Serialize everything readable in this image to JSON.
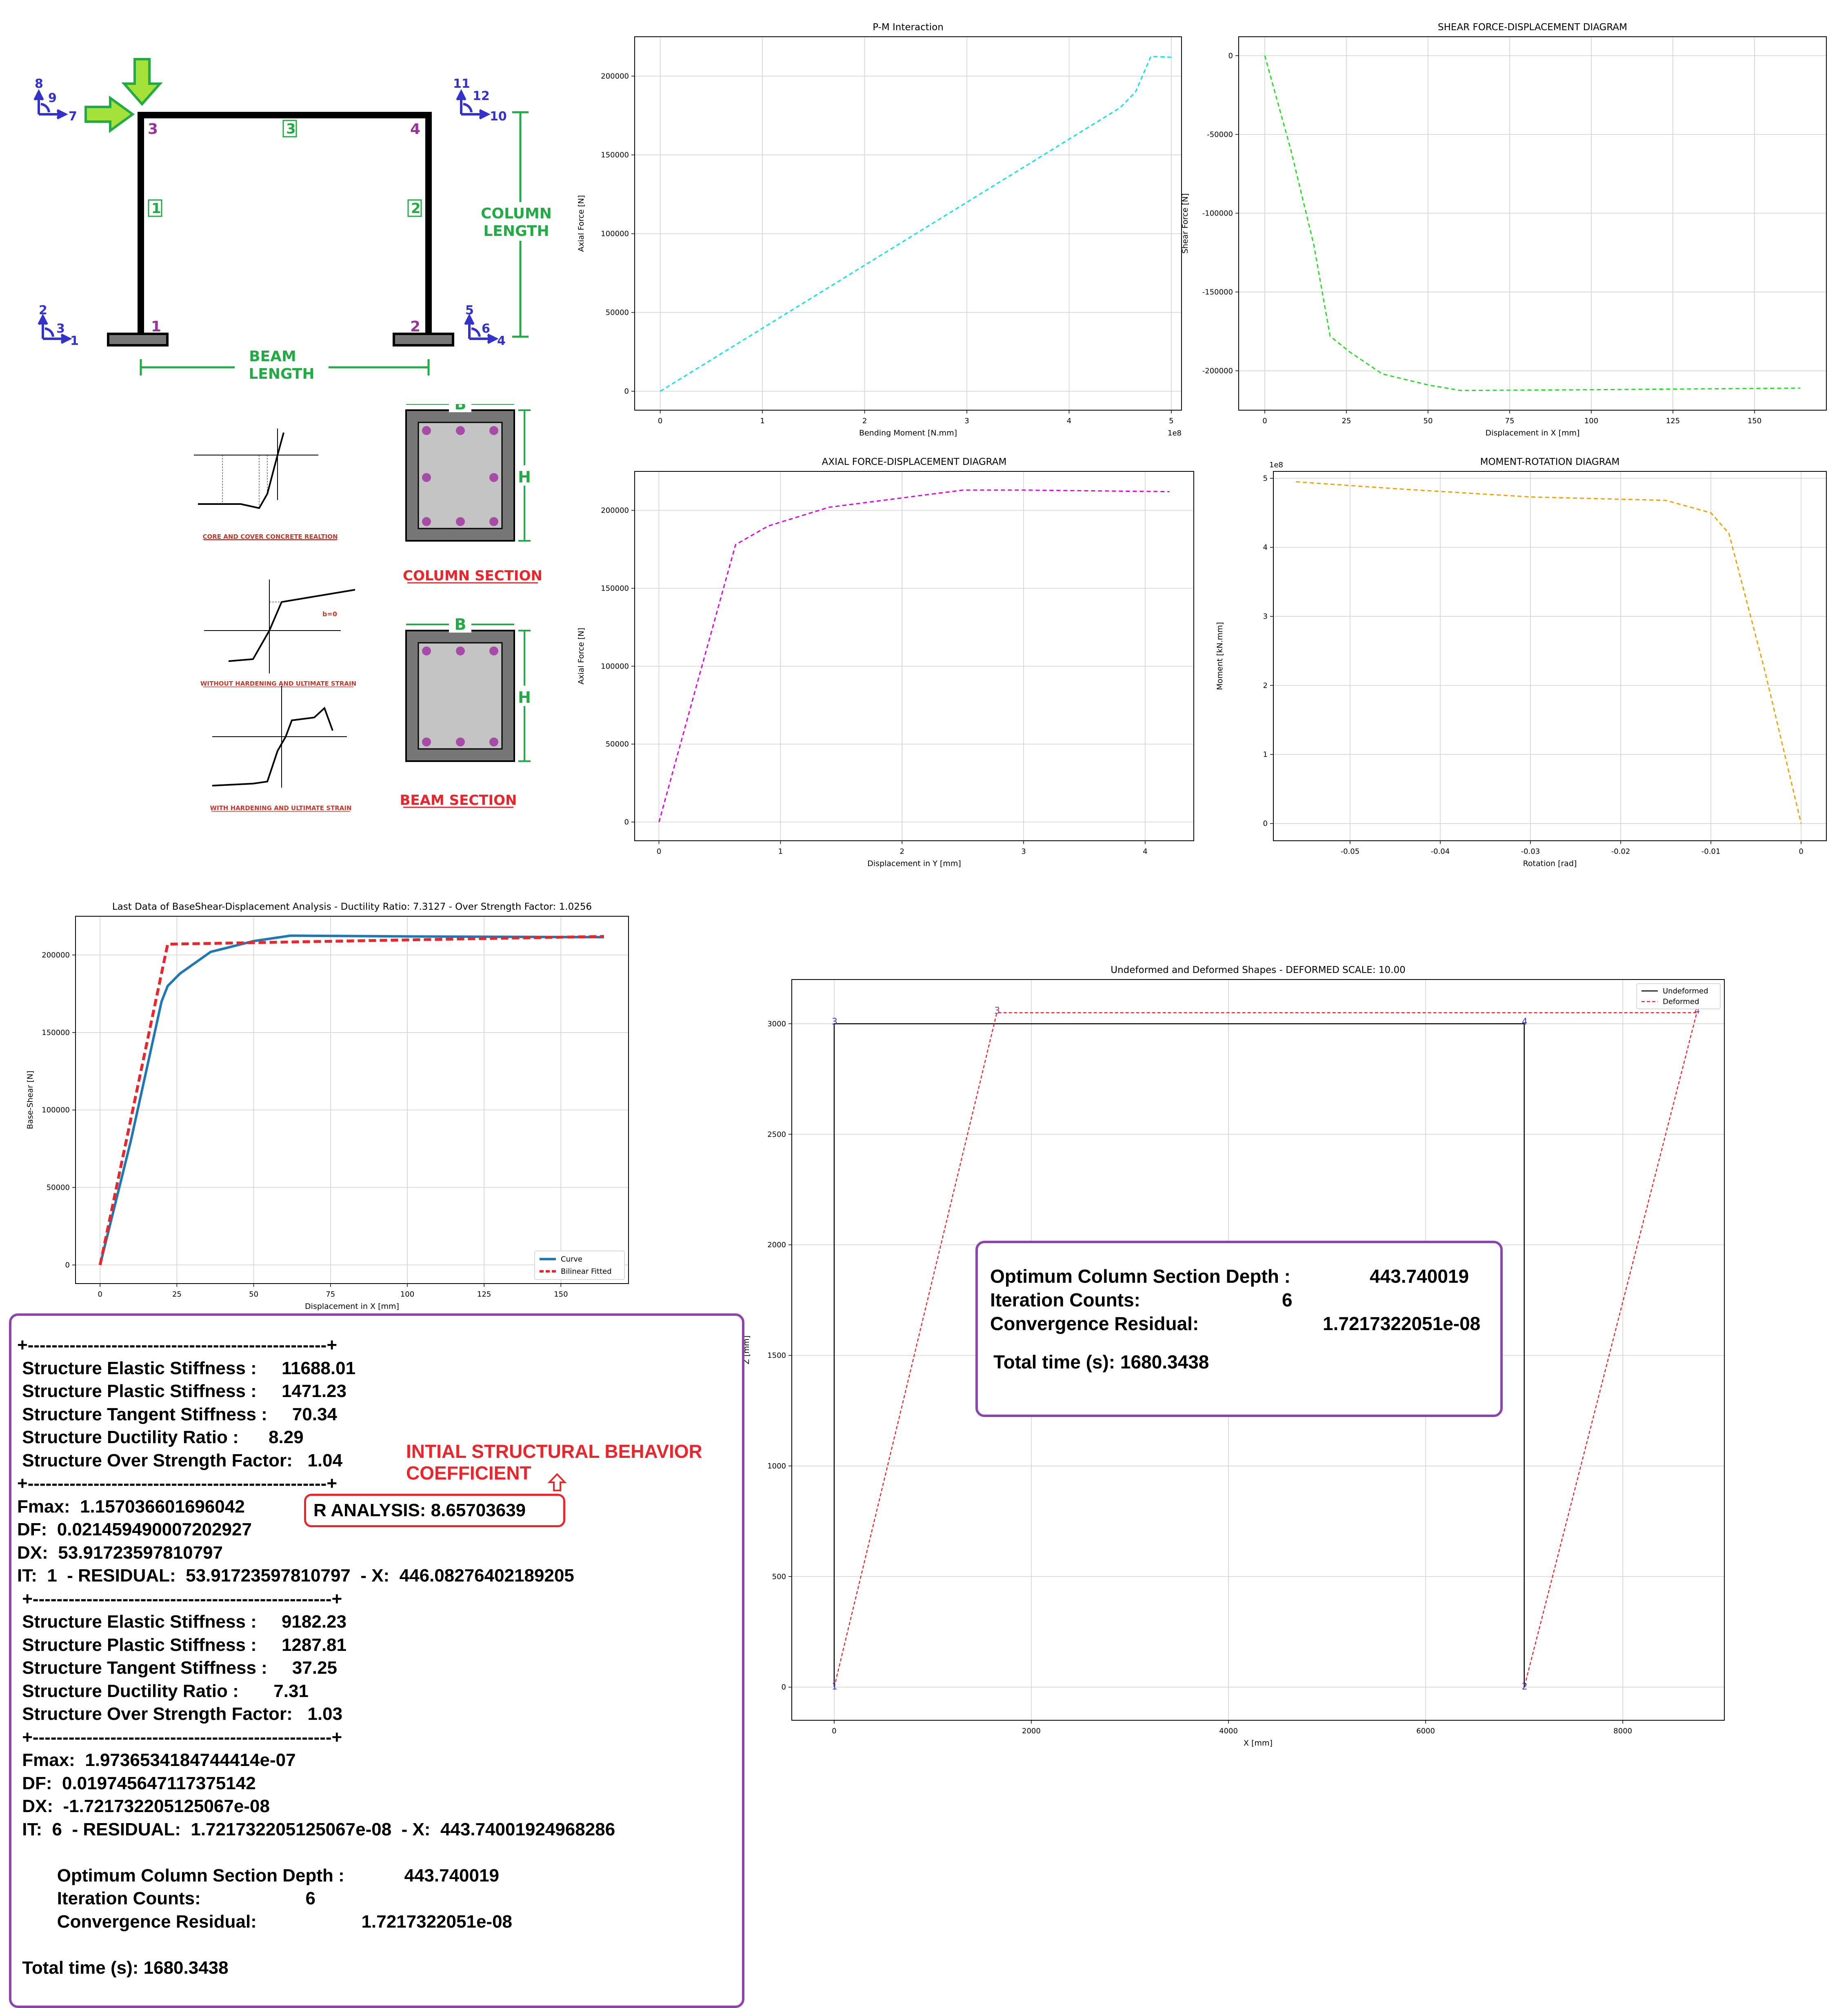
{
  "frame_diagram": {
    "nodes": [
      "1",
      "2",
      "3",
      "4"
    ],
    "elements": [
      "1",
      "2",
      "3"
    ],
    "dofs": [
      "1",
      "2",
      "3",
      "4",
      "5",
      "6",
      "7",
      "8",
      "9",
      "10",
      "11",
      "12"
    ],
    "beam_length_line1": "BEAM",
    "beam_length_line2": "LENGTH",
    "column_length_line1": "COLUMN",
    "column_length_line2": "LENGTH"
  },
  "sections": {
    "b_label": "B",
    "h_label": "H",
    "column_caption": "COLUMN SECTION",
    "beam_caption": "BEAM SECTION",
    "concrete_caption": "CORE AND COVER CONCRETE REALTION",
    "steel1_caption": "WITHOUT HARDENING AND ULTIMATE STRAIN",
    "steel2_caption": "WITH HARDENING AND ULTIMATE STRAIN",
    "b0_label": "b=0"
  },
  "colors": {
    "pm": "#00e5ee",
    "shear": "#22dd22",
    "axial": "#e000e0",
    "moment": "#f0a000",
    "curve": "#1f77b4",
    "bilinear": "#e8262b",
    "frame_green": "#22aa44",
    "node_purple": "#993399",
    "dof_blue": "#3333cc",
    "box_purple": "#8e44ad"
  },
  "chart_data": [
    {
      "id": "pm",
      "type": "line",
      "title": "P-M Interaction",
      "xlabel": "Bending Moment [N.mm]",
      "ylabel": "Axial Force [N]",
      "x_offset_label": "1e8",
      "xlim": [
        -0.25,
        5.1
      ],
      "ylim": [
        -12000,
        225000
      ],
      "xticks": [
        0,
        1,
        2,
        3,
        4,
        5
      ],
      "yticks": [
        0,
        50000,
        100000,
        150000,
        200000
      ],
      "series": [
        {
          "values": [
            [
              0,
              0
            ],
            [
              1,
              40000
            ],
            [
              2,
              80000
            ],
            [
              3,
              120000
            ],
            [
              4,
              160000
            ],
            [
              4.5,
              180000
            ],
            [
              4.65,
              190000
            ],
            [
              4.75,
              205000
            ],
            [
              4.8,
              212500
            ],
            [
              5,
              212000
            ]
          ]
        }
      ]
    },
    {
      "id": "shear",
      "type": "line",
      "title": "SHEAR FORCE-DISPLACEMENT DIAGRAM",
      "xlabel": "Displacement  in X [mm]",
      "ylabel": "Shear Force [N]",
      "xlim": [
        -8,
        172
      ],
      "ylim": [
        -225000,
        12000
      ],
      "xticks": [
        0,
        25,
        50,
        75,
        100,
        125,
        150
      ],
      "yticks": [
        0,
        -50000,
        -100000,
        -150000,
        -200000
      ],
      "series": [
        {
          "values": [
            [
              0,
              0
            ],
            [
              8,
              -60000
            ],
            [
              15,
              -120000
            ],
            [
              20,
              -178000
            ],
            [
              26,
              -188000
            ],
            [
              36,
              -202000
            ],
            [
              50,
              -209000
            ],
            [
              60,
              -212500
            ],
            [
              100,
              -212000
            ],
            [
              164,
              -211000
            ]
          ]
        }
      ]
    },
    {
      "id": "axial",
      "type": "line",
      "title": "AXIAL FORCE-DISPLACEMENT DIAGRAM",
      "xlabel": "Displacement in Y [mm]",
      "ylabel": "Axial Force [N]",
      "xlim": [
        -0.2,
        4.4
      ],
      "ylim": [
        -12000,
        225000
      ],
      "xticks": [
        0,
        1,
        2,
        3,
        4
      ],
      "yticks": [
        0,
        50000,
        100000,
        150000,
        200000
      ],
      "series": [
        {
          "values": [
            [
              0,
              0
            ],
            [
              0.3,
              85000
            ],
            [
              0.63,
              178000
            ],
            [
              0.9,
              190000
            ],
            [
              1.4,
              202000
            ],
            [
              2,
              208000
            ],
            [
              2.5,
              213000
            ],
            [
              3,
              213000
            ],
            [
              4.2,
              212000
            ]
          ]
        }
      ]
    },
    {
      "id": "moment",
      "type": "line",
      "title": "MOMENT-ROTATION DIAGRAM",
      "xlabel": "Rotation [rad]",
      "ylabel": "Moment [kN.mm]",
      "y_offset_label": "1e8",
      "xlim": [
        -0.0585,
        0.0028
      ],
      "ylim": [
        -0.25,
        5.1
      ],
      "xticks": [
        -0.05,
        -0.04,
        -0.03,
        -0.02,
        -0.01,
        0.0
      ],
      "yticks": [
        0,
        1,
        2,
        3,
        4,
        5
      ],
      "series": [
        {
          "values": [
            [
              -0.056,
              4.95
            ],
            [
              -0.045,
              4.85
            ],
            [
              -0.03,
              4.73
            ],
            [
              -0.015,
              4.68
            ],
            [
              -0.01,
              4.5
            ],
            [
              -0.008,
              4.2
            ],
            [
              -0.004,
              2.2
            ],
            [
              0,
              0
            ]
          ]
        }
      ]
    },
    {
      "id": "pushover",
      "type": "line",
      "title": "Last Data of BaseShear-Displacement Analysis - Ductility Ratio: 7.3127 - Over Strength Factor: 1.0256",
      "xlabel": "Displacement in X [mm]",
      "ylabel": "Base-Shear [N]",
      "xlim": [
        -8,
        172
      ],
      "ylim": [
        -12000,
        225000
      ],
      "xticks": [
        0,
        25,
        50,
        75,
        100,
        125,
        150
      ],
      "yticks": [
        0,
        50000,
        100000,
        150000,
        200000
      ],
      "series": [
        {
          "name": "Curve",
          "values": [
            [
              0,
              0
            ],
            [
              10,
              80000
            ],
            [
              20,
              170000
            ],
            [
              22,
              180000
            ],
            [
              26,
              188000
            ],
            [
              36,
              202000
            ],
            [
              50,
              209000
            ],
            [
              62,
              212500
            ],
            [
              100,
              212000
            ],
            [
              164,
              211500
            ]
          ]
        },
        {
          "name": "Bilinear Fitted",
          "values": [
            [
              0,
              0
            ],
            [
              22,
              207000
            ],
            [
              164,
              212000
            ]
          ]
        }
      ]
    },
    {
      "id": "deformed",
      "type": "line",
      "title": "Undeformed and Deformed Shapes - DEFORMED SCALE: 10.00",
      "xlabel": "X [mm]",
      "ylabel": "Z [mm]",
      "xlim": [
        -430,
        9030
      ],
      "ylim": [
        -150,
        3200
      ],
      "xticks": [
        0,
        2000,
        4000,
        6000,
        8000
      ],
      "yticks": [
        0,
        500,
        1000,
        1500,
        2000,
        2500,
        3000
      ],
      "series": [
        {
          "name": "Undeformed",
          "values": [
            [
              0,
              0
            ],
            [
              0,
              3000
            ],
            [
              7000,
              3000
            ],
            [
              7000,
              0
            ]
          ]
        },
        {
          "name": "Deformed",
          "values": [
            [
              0,
              0
            ],
            [
              1650,
              3050
            ],
            [
              8750,
              3050
            ],
            [
              7000,
              0
            ]
          ]
        }
      ],
      "node_labels": [
        {
          "text": "1",
          "x": 0,
          "y": 0
        },
        {
          "text": "2",
          "x": 7000,
          "y": 0
        },
        {
          "text": "3",
          "x": 0,
          "y": 3000
        },
        {
          "text": "4",
          "x": 7000,
          "y": 3000
        },
        {
          "text": "3",
          "x": 1650,
          "y": 3050
        },
        {
          "text": "4",
          "x": 8750,
          "y": 3050
        }
      ]
    }
  ],
  "log": {
    "lines": [
      "+--------------------------------------------------+",
      " Structure Elastic Stiffness :     11688.01",
      " Structure Plastic Stiffness :     1471.23",
      " Structure Tangent Stiffness :     70.34",
      " Structure Ductility Ratio :      8.29",
      " Structure Over Strength Factor:   1.04",
      "+--------------------------------------------------+",
      "Fmax:  1.157036601696042",
      "DF:  0.021459490007202927",
      "DX:  53.91723597810797",
      "IT:  1  - RESIDUAL:  53.91723597810797  - X:  446.08276402189205",
      " +--------------------------------------------------+",
      " Structure Elastic Stiffness :     9182.23",
      " Structure Plastic Stiffness :     1287.81",
      " Structure Tangent Stiffness :     37.25",
      " Structure Ductility Ratio :       7.31",
      " Structure Over Strength Factor:   1.03",
      " +--------------------------------------------------+",
      " Fmax:  1.9736534184744414e-07",
      " DF:  0.019745647117375142",
      " DX:  -1.721732205125067e-08",
      " IT:  6  - RESIDUAL:  1.721732205125067e-08  - X:  443.74001924968286",
      "",
      "        Optimum Column Section Depth :            443.740019",
      "        Iteration Counts:                     6",
      "        Convergence Residual:                     1.7217322051e-08",
      "",
      " Total time (s): 1680.3438"
    ],
    "r_analysis": "R ANALYSIS: 8.65703639",
    "annotation_line1": "INTIAL STRUCTURAL BEHAVIOR",
    "annotation_line2": "COEFFICIENT"
  },
  "summary": {
    "depth_label": "Optimum Column Section Depth :",
    "depth_value": "443.740019",
    "iter_label": "Iteration Counts:",
    "iter_value": "6",
    "resid_label": "Convergence Residual:",
    "resid_value": "1.7217322051e-08",
    "time_label": "Total time (s): 1680.3438"
  }
}
